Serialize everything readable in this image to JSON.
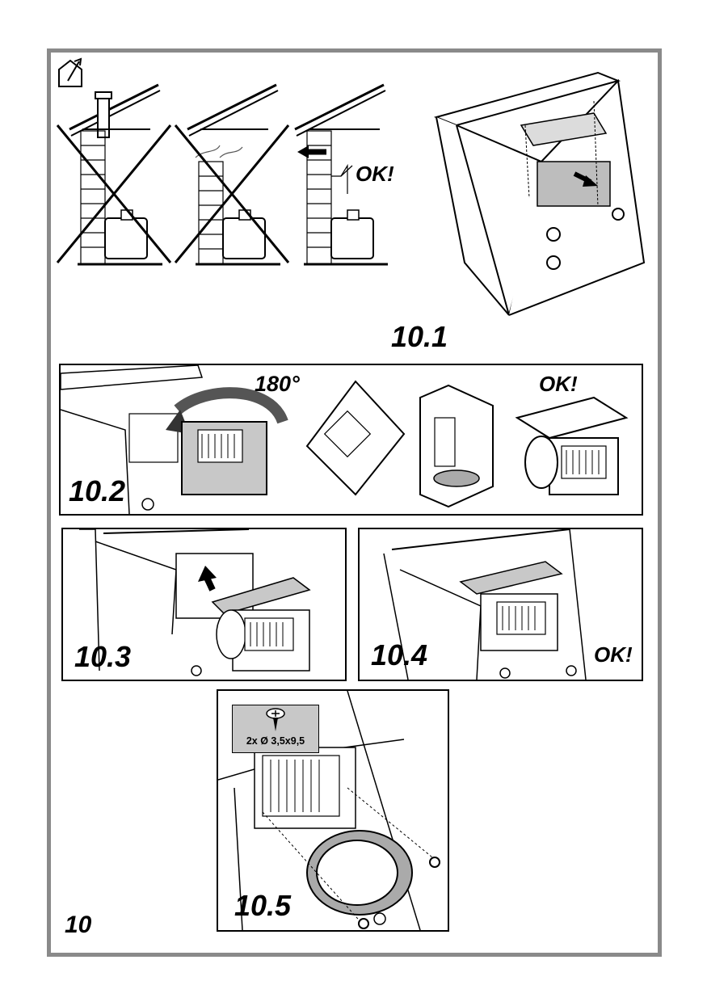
{
  "page": {
    "figure_number": "10",
    "icon": "house-exhaust-icon"
  },
  "step_10_1": {
    "label": "10.1",
    "ok_label": "OK!",
    "icons": [
      "wrong-chimney-cross",
      "wrong-roof-vent-cross",
      "correct-wall-vent"
    ]
  },
  "step_10_2": {
    "label": "10.2",
    "rotation_label": "180°",
    "ok_label": "OK!"
  },
  "step_10_3": {
    "label": "10.3"
  },
  "step_10_4": {
    "label": "10.4",
    "ok_label": "OK!"
  },
  "step_10_5": {
    "label": "10.5",
    "screw_caption": "2x Ø 3,5x9,5"
  }
}
